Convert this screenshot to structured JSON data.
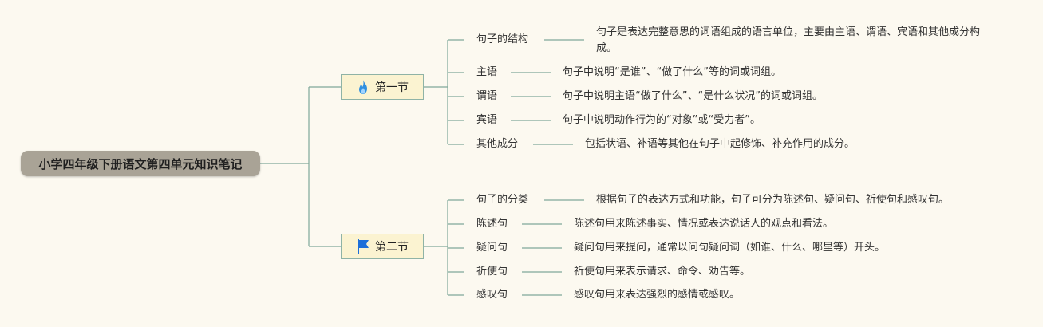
{
  "root": {
    "title": "小学四年级下册语文第四单元知识笔记"
  },
  "sections": [
    {
      "label": "第一节",
      "icon": "flame-icon",
      "icon_color": "#2f8fe0",
      "items": [
        {
          "topic": "句子的结构",
          "desc": "句子是表达完整意思的词语组成的语言单位，主要由主语、谓语、宾语和其他成分构成。"
        },
        {
          "topic": "主语",
          "desc": "句子中说明“是谁”、“做了什么”等的词或词组。"
        },
        {
          "topic": "谓语",
          "desc": "句子中说明主语“做了什么”、“是什么状况”的词或词组。"
        },
        {
          "topic": "宾语",
          "desc": "句子中说明动作行为的“对象”或“受力者”。"
        },
        {
          "topic": "其他成分",
          "desc": "包括状语、补语等其他在句子中起修饰、补充作用的成分。"
        }
      ]
    },
    {
      "label": "第二节",
      "icon": "flag-icon",
      "icon_color": "#1e6fd9",
      "items": [
        {
          "topic": "句子的分类",
          "desc": "根据句子的表达方式和功能，句子可分为陈述句、疑问句、祈使句和感叹句。"
        },
        {
          "topic": "陈述句",
          "desc": "陈述句用来陈述事实、情况或表达说话人的观点和看法。"
        },
        {
          "topic": "疑问句",
          "desc": "疑问句用来提问，通常以问句疑问词（如谁、什么、哪里等）开头。"
        },
        {
          "topic": "祈使句",
          "desc": "祈使句用来表示请求、命令、劝告等。"
        },
        {
          "topic": "感叹句",
          "desc": "感叹句用来表达强烈的感情或感叹。"
        }
      ]
    }
  ],
  "colors": {
    "line": "#7fa89a",
    "root_bg": "#a9a396",
    "section_bg": "#fbf3d1"
  }
}
